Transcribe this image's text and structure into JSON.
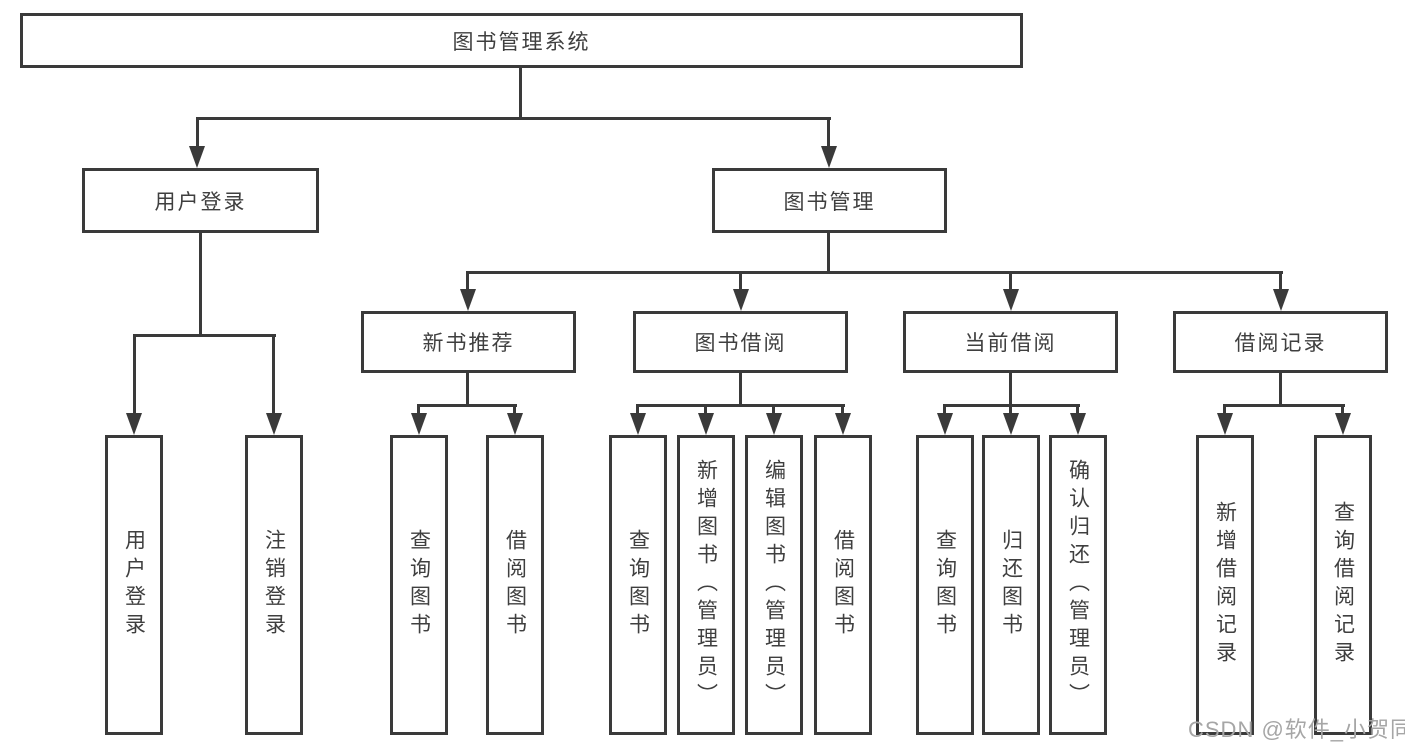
{
  "nodes": {
    "root": {
      "label": "图书管理系统"
    },
    "user_login": {
      "label": "用户登录"
    },
    "book_mgmt": {
      "label": "图书管理"
    },
    "new_books": {
      "label": "新书推荐"
    },
    "book_borrow": {
      "label": "图书借阅"
    },
    "current_borrow": {
      "label": "当前借阅"
    },
    "borrow_records": {
      "label": "借阅记录"
    },
    "leaf_user_login": {
      "label": "用户登录"
    },
    "leaf_user_logout": {
      "label": "注销登录"
    },
    "leaf_new_query": {
      "label": "查询图书"
    },
    "leaf_new_borrow": {
      "label": "借阅图书"
    },
    "leaf_borrow_query": {
      "label": "查询图书"
    },
    "leaf_borrow_add": {
      "label": "新增图书（管理员）"
    },
    "leaf_borrow_edit": {
      "label": "编辑图书（管理员）"
    },
    "leaf_borrow_borrow": {
      "label": "借阅图书"
    },
    "leaf_current_query": {
      "label": "查询图书"
    },
    "leaf_current_return": {
      "label": "归还图书"
    },
    "leaf_current_confirm": {
      "label": "确认归还（管理员）"
    },
    "leaf_records_add": {
      "label": "新增借阅记录"
    },
    "leaf_records_query": {
      "label": "查询借阅记录"
    }
  },
  "watermark": "CSDN @软件_小贺同学",
  "colors": {
    "line": "#3a3a3a",
    "text": "#3f3f3f",
    "watermark": "#a6a6a6",
    "background": "#ffffff"
  }
}
